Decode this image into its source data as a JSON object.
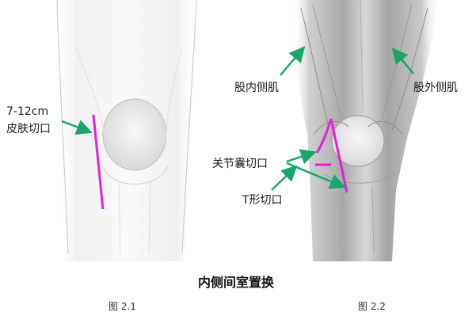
{
  "figure": {
    "title": "内侧间室置换",
    "left": {
      "caption": "图 2.1",
      "incision_label_line1": "7-12cm",
      "incision_label_line2": "皮肤切口"
    },
    "right": {
      "caption": "图 2.2",
      "vastus_medialis": "股内侧肌",
      "vastus_lateralis": "股外侧肌",
      "capsule_incision": "关节囊切口",
      "t_incision": "T形切口"
    }
  },
  "colors": {
    "incision": "#e61fd9",
    "arrow": "#1aa56c",
    "bg": "#ffffff",
    "anatomy_line": "#9a9a9a"
  },
  "icons": [
    "green-arrow-icon"
  ]
}
